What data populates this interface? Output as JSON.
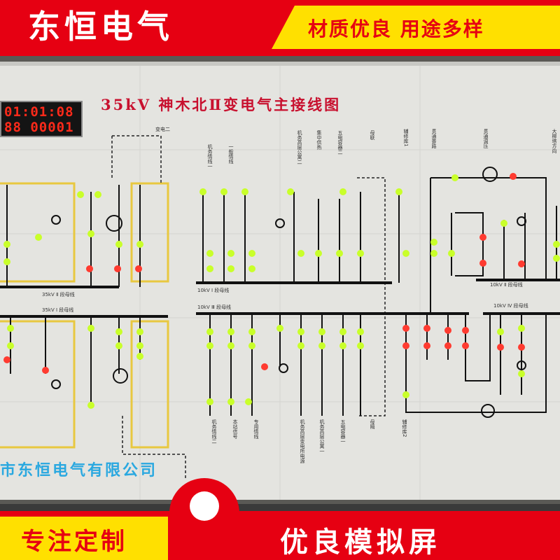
{
  "header": {
    "brand": "东恒电气",
    "slogan": "材质优良  用途多样"
  },
  "board": {
    "title": "35kV 神木北Ⅱ变电气主接线图",
    "clock_line1": "01:01:08 8",
    "clock_line2": "88 00001",
    "company": "市东恒电气有限公司",
    "bus_labels": [
      "35kV Ⅱ 段母线",
      "35kV Ⅰ 段母线",
      "10kV Ⅰ 段母线",
      "10kV Ⅲ 段母线",
      "10kV Ⅱ 段母线",
      "10kV Ⅳ 段母线"
    ],
    "transformer_label": "变电二",
    "feeder_labels": [
      "机务情线一",
      "一般情线",
      "机务高层公寓二",
      "集中供热",
      "五电容器二",
      "母联",
      "辅修库1",
      "贯通普路",
      "贯通调压",
      "大柳塔方向"
    ],
    "lower_feeder_labels": [
      "机务情线二",
      "本站信号",
      "专用情线",
      "机务高层变电所电源",
      "机务高层公寓一",
      "五电容器一",
      "母隔",
      "辅修库2"
    ],
    "indicator_colors": {
      "on": "#c9ff2a",
      "alarm": "#ff3b30",
      "line": "#1a1a1a",
      "bus": "#e8c840"
    }
  },
  "footer": {
    "left": "专注定制",
    "right": "优良模拟屏"
  }
}
